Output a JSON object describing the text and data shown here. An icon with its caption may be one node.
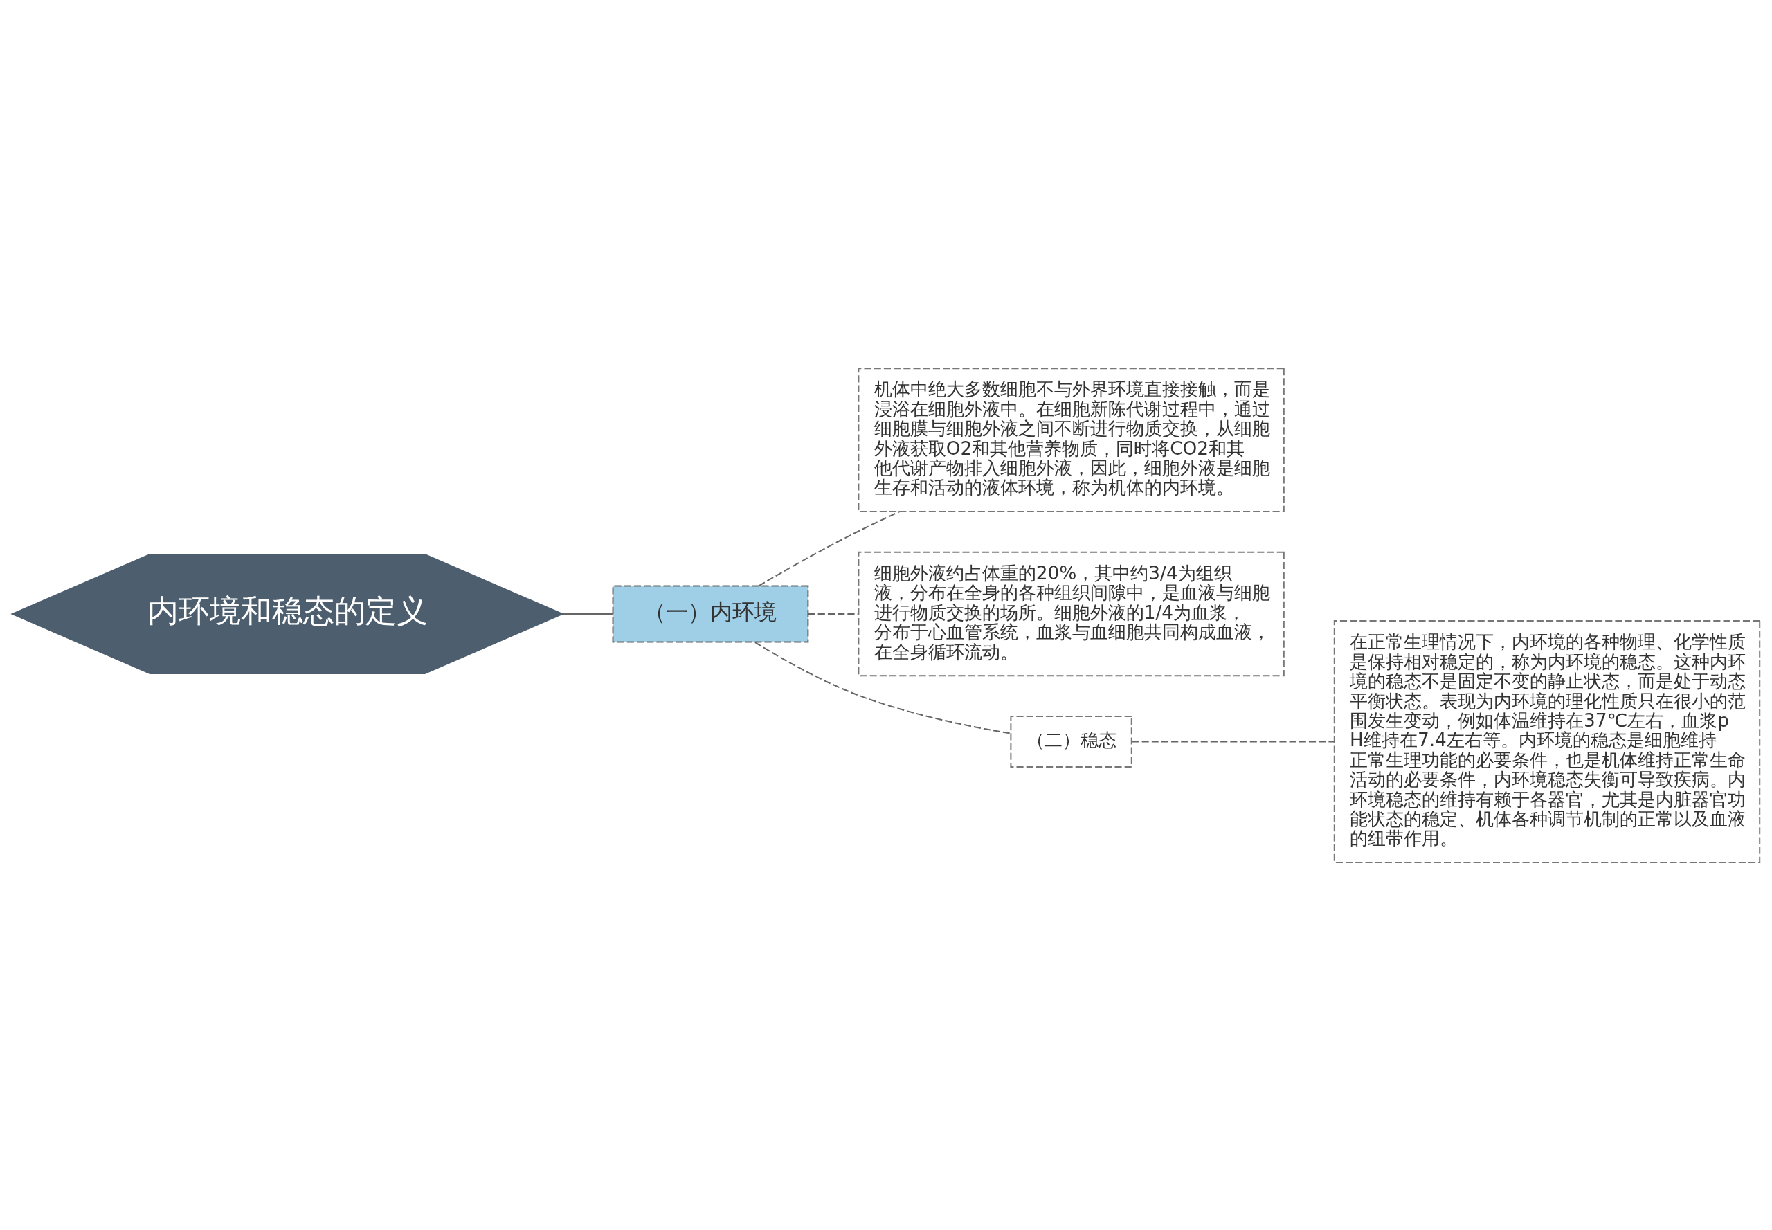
{
  "diagram": {
    "nodes": [
      {
        "text": [
          "内环境和稳态的定义"
        ]
      },
      {
        "text": [
          "（一）内环境"
        ]
      },
      {
        "text": [
          "机体中绝大多数细胞不与外界环境直接接触，而是浸浴在细胞外液中。在细胞新陈代谢过程中，通过细胞膜与细胞外液之间不断进行物质交换，从细胞外液获取O2和其他营养物质，同时将CO2和其他代谢产物排入细胞外液，因此，细胞外液是细胞生存和活动的液体环境，称为机体的内环境。"
        ]
      },
      {
        "text": [
          "细胞外液约占体重的20%，其中约3/4为组织液，分布在全身的各种组织间隙中，是血液与细胞进行物质交换的场所。细胞外液的1/4为血浆，分布于心血管系统，血浆与血细胞共同构成血液，在全身循环流动。"
        ]
      },
      {
        "text": [
          "（二）稳态"
        ]
      },
      {
        "text": [
          "在正常生理情况下，内环境的各种物理、化学性质是保持相对稳定的，称为内环境的稳态。这种内环境的稳态不是固定不变的静止状态，而是处于动态平衡状态。表现为内环境的理化性质只在很小的范围发生变动，例如体温维持在37℃左右，血浆pH维持在7.4左右等。内环境的稳态是细胞维持正常生理功能的必要条件，也是机体维持正常生命活动的必要条件，内环境稳态失衡可导致疾病。内环境稳态的维持有赖于各器官，尤其是内脏器官功能状态的稳定、机体各种调节机制的正常以及血液的纽带作用。"
        ]
      }
    ],
    "edges": [
      {
        "from": 0,
        "to": 1,
        "arrow": "none"
      },
      {
        "from": 1,
        "to": 2,
        "arrow": "none",
        "style": "dashed"
      },
      {
        "from": 1,
        "to": 3,
        "arrow": "none",
        "style": "dashed"
      },
      {
        "from": 1,
        "to": 4,
        "arrow": "none",
        "style": "dashed"
      },
      {
        "from": 4,
        "to": 5,
        "arrow": "none",
        "style": "dashed"
      }
    ]
  }
}
